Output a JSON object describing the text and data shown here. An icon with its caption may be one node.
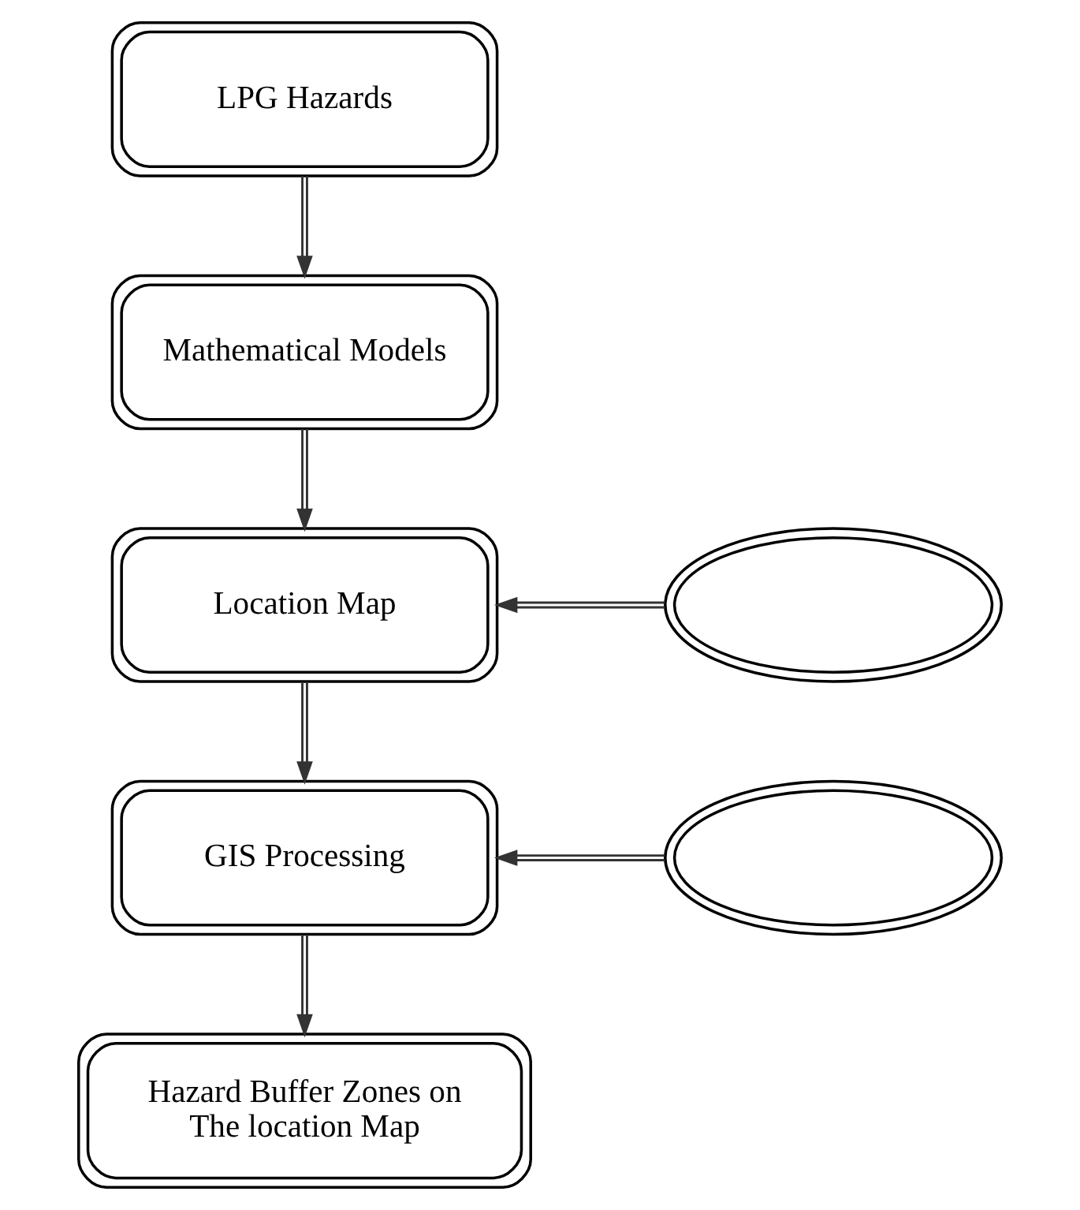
{
  "diagram": {
    "nodes": [
      {
        "text": [
          "LPG Hazards"
        ]
      },
      {
        "text": [
          "Mathematical Models"
        ]
      },
      {
        "text": [],
        "shape": "ellipse"
      },
      {
        "text": [
          "Location Map"
        ]
      },
      {
        "text": [],
        "shape": "ellipse"
      },
      {
        "text": [
          "GIS Processing"
        ]
      },
      {
        "text": [
          "Hazard Buffer Zones on The location Map"
        ]
      }
    ],
    "edges": [
      {
        "from": 0,
        "to": 1,
        "arrow": "to"
      },
      {
        "from": 1,
        "to": 3,
        "arrow": "to"
      },
      {
        "from": 2,
        "to": 3,
        "arrow": "to"
      },
      {
        "from": 3,
        "to": 5,
        "arrow": "to"
      },
      {
        "from": 4,
        "to": 5,
        "arrow": "to"
      },
      {
        "from": 5,
        "to": 6,
        "arrow": "to"
      }
    ]
  }
}
